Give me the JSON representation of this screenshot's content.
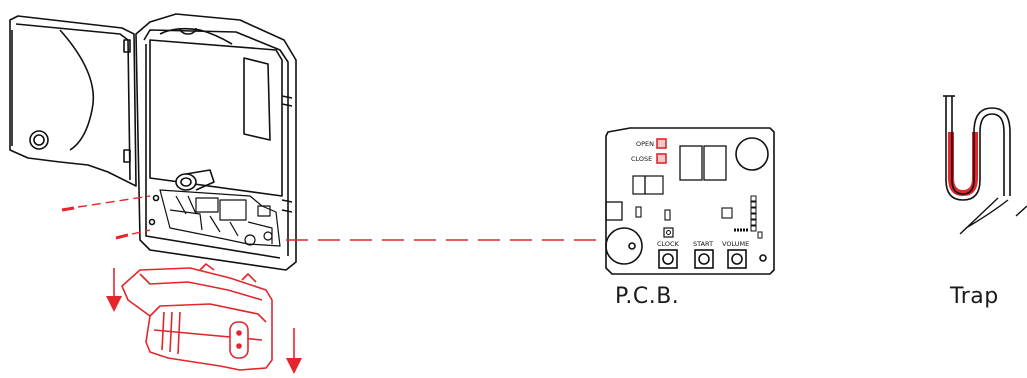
{
  "captions": {
    "pcb": "P.C.B.",
    "trap": "Trap"
  },
  "pcb_labels": {
    "open": "OPEN",
    "close": "CLOSE",
    "clock": "CLOCK",
    "start": "START",
    "volume": "VOLUME"
  },
  "colors": {
    "line": "#111111",
    "accent": "#e2262b",
    "fill_red": "#f4c7c8"
  }
}
